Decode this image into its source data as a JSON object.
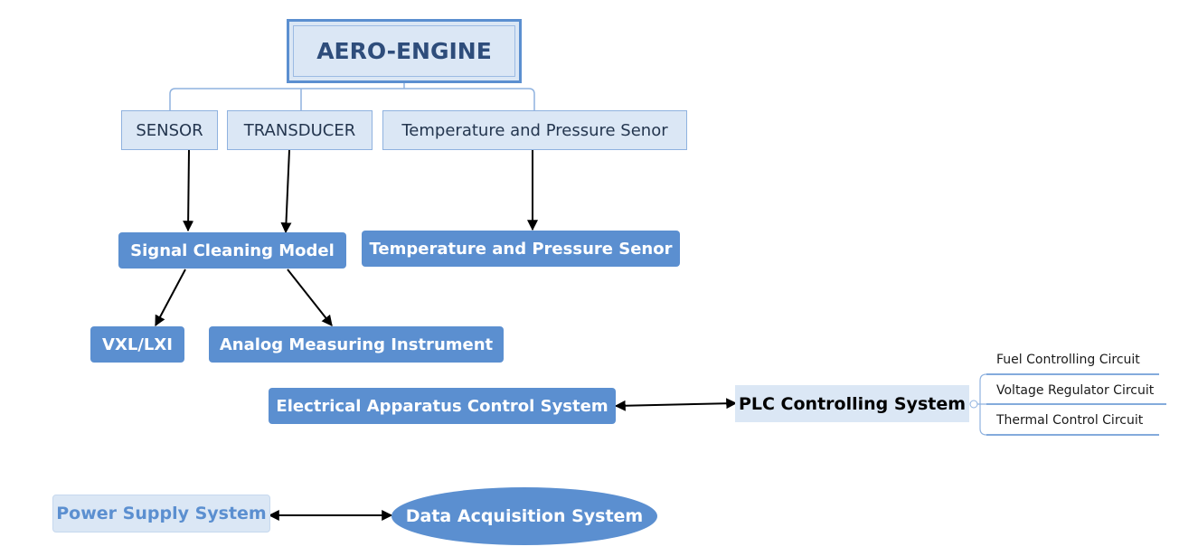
{
  "diagram": {
    "root": "AERO-ENGINE",
    "inputs": [
      "SENSOR",
      "TRANSDUCER",
      "Temperature and Pressure Senor"
    ],
    "signal_cleaning": "Signal Cleaning Model",
    "temp_pressure_output": "Temperature and Pressure Senor",
    "vxl_lxi": "VXL/LXI",
    "analog_instrument": "Analog Measuring Instrument",
    "electrical_control": "Electrical Apparatus Control System",
    "plc": "PLC Controlling System",
    "plc_children": [
      "Fuel Controlling Circuit",
      "Voltage Regulator Circuit",
      "Thermal Control Circuit"
    ],
    "power_supply": "Power Supply System",
    "data_acquisition": "Data Acquisition System"
  },
  "colors": {
    "accent": "#5b8fd0",
    "light_fill": "#dbe7f5",
    "root_text": "#2e4d7b"
  }
}
